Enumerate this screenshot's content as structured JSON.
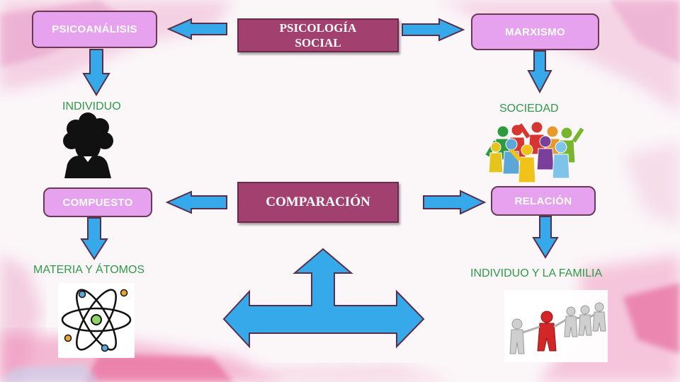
{
  "center_top": "PSICOLOGÍA SOCIAL",
  "center_middle": "COMPARACIÓN",
  "nodes": {
    "psicoanalisis": "PSICOANÁLISIS",
    "marxismo": "MARXISMO",
    "compuesto": "COMPUESTO",
    "relacion": "RELACIÓN"
  },
  "labels": {
    "individuo": "INDIVIDUO",
    "sociedad": "SOCIEDAD",
    "materia_atomos": "MATERIA Y ÁTOMOS",
    "individuo_familia": "INDIVIDUO Y  LA FAMILIA"
  },
  "colors": {
    "node_fill": "#e7a2ef",
    "center_fill": "#a2406f",
    "arrow_fill": "#35a9ea",
    "label_text": "#2e9a4a"
  },
  "icons": [
    "person-icon",
    "crowd-icon",
    "atom-icon",
    "family-icon"
  ]
}
